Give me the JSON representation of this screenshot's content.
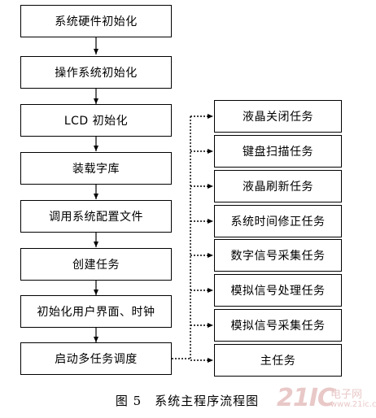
{
  "flow_steps": [
    "系统硬件初始化",
    "操作系统初始化",
    "LCD 初始化",
    "装载字库",
    "调用系统配置文件",
    "创建任务",
    "初始化用户界面、时钟",
    "启动多任务调度"
  ],
  "tasks": [
    "液晶关闭任务",
    "键盘扫描任务",
    "液晶刷新任务",
    "系统时间修正任务",
    "数字信号采集任务",
    "模拟信号处理任务",
    "模拟信号采集任务",
    "主任务"
  ],
  "caption": "图 5　系统主程序流程图",
  "watermark": {
    "number": "21IC",
    "text": "电子网",
    "url": "www.21ic.com"
  }
}
